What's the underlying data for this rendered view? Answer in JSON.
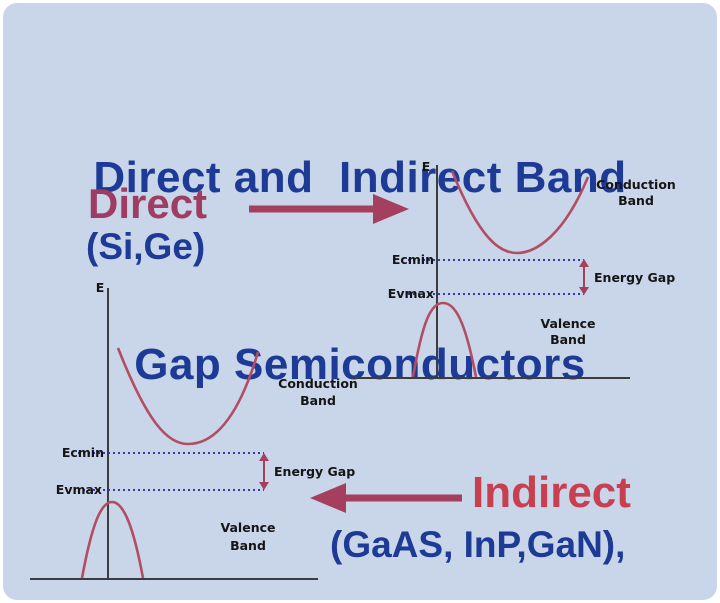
{
  "title": {
    "line1": "Direct and  Indirect Band",
    "line2": "Gap Semiconductors"
  },
  "direct_section": {
    "heading": "Direct",
    "materials": "(Si,Ge)"
  },
  "indirect_section": {
    "heading": "Indirect",
    "materials": "(GaAS, InP,GaN),"
  },
  "top_diagram": {
    "energy_axis": "E",
    "conduction_line1": "Conduction",
    "conduction_line2": "Band",
    "ecmin": "Ecmin",
    "evmax": "Evmax",
    "energy_gap": "Energy Gap",
    "valence_line1": "Valence",
    "valence_line2": "Band"
  },
  "bottom_diagram": {
    "energy_axis": "E",
    "conduction_line1": "Conduction",
    "conduction_line2": "Band",
    "ecmin": "Ecmin",
    "evmax": "Evmax",
    "energy_gap": "Energy Gap",
    "valence_line1": "Valence",
    "valence_line2": "Band"
  },
  "colors": {
    "background": "#c9d5e8",
    "title_blue": "#1c3a96",
    "direct_maroon": "#9e3c62",
    "indirect_red": "#c8404f",
    "curve": "#b24e63",
    "dotted_blue": "#3a35b5",
    "axis": "#3c3c3c",
    "arrow": "#a43f5e",
    "label_dark": "#151515"
  }
}
